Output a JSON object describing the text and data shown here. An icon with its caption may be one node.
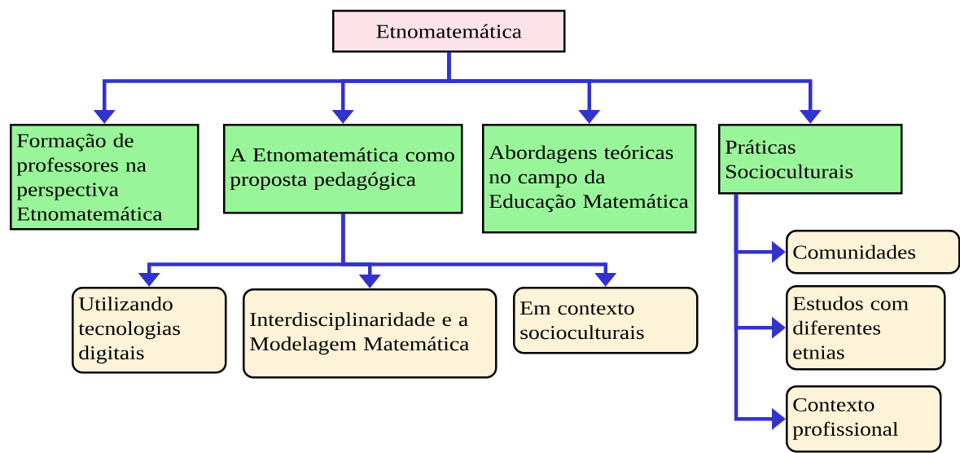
{
  "diagram": {
    "nodes": [
      {
        "text": [
          "Etnomatemática"
        ]
      },
      {
        "text": [
          "Formação de professores na perspectiva Etnomatemática"
        ]
      },
      {
        "text": [
          "A Etnomatemática como proposta pedagógica"
        ]
      },
      {
        "text": [
          "Abordagens teóricas no campo da Educação Matemática"
        ]
      },
      {
        "text": [
          "Práticas Socioculturais"
        ]
      },
      {
        "text": [
          "Utilizando tecnologias digitais"
        ]
      },
      {
        "text": [
          "Interdisciplinaridade e a Modelagem Matemática"
        ]
      },
      {
        "text": [
          "Em contexto socioculturais"
        ]
      },
      {
        "text": [
          "Comunidades"
        ]
      },
      {
        "text": [
          "Estudos com diferentes etnias"
        ]
      },
      {
        "text": [
          "Contexto profissional"
        ]
      }
    ],
    "edges": [
      {
        "from": 0,
        "to": 1,
        "arrow": "to"
      },
      {
        "from": 0,
        "to": 2,
        "arrow": "to"
      },
      {
        "from": 0,
        "to": 3,
        "arrow": "to"
      },
      {
        "from": 0,
        "to": 4,
        "arrow": "to"
      },
      {
        "from": 2,
        "to": 5,
        "arrow": "to"
      },
      {
        "from": 2,
        "to": 6,
        "arrow": "to"
      },
      {
        "from": 2,
        "to": 7,
        "arrow": "to"
      },
      {
        "from": 4,
        "to": 8,
        "arrow": "to"
      },
      {
        "from": 4,
        "to": 9,
        "arrow": "to"
      },
      {
        "from": 4,
        "to": 10,
        "arrow": "to"
      }
    ]
  }
}
